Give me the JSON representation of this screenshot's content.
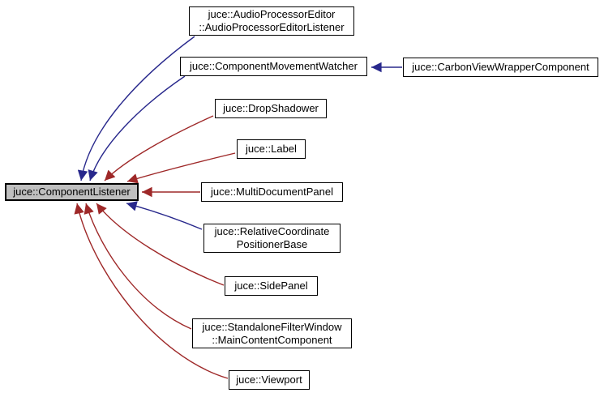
{
  "diagram": {
    "type": "class-inheritance-graph",
    "colors": {
      "public_edge": "#28288c",
      "private_edge": "#9e2828",
      "base_fill": "#bfbfbf",
      "node_fill": "#ffffff",
      "node_border": "#000000"
    },
    "edges": [
      {
        "from": "juce::AudioProcessorEditor::AudioProcessorEditorListener",
        "to": "juce::ComponentListener",
        "relation": "public-inheritance"
      },
      {
        "from": "juce::ComponentMovementWatcher",
        "to": "juce::ComponentListener",
        "relation": "public-inheritance"
      },
      {
        "from": "juce::CarbonViewWrapperComponent",
        "to": "juce::ComponentMovementWatcher",
        "relation": "public-inheritance"
      },
      {
        "from": "juce::DropShadower",
        "to": "juce::ComponentListener",
        "relation": "private-inheritance"
      },
      {
        "from": "juce::Label",
        "to": "juce::ComponentListener",
        "relation": "private-inheritance"
      },
      {
        "from": "juce::MultiDocumentPanel",
        "to": "juce::ComponentListener",
        "relation": "private-inheritance"
      },
      {
        "from": "juce::RelativeCoordinatePositionerBase",
        "to": "juce::ComponentListener",
        "relation": "public-inheritance"
      },
      {
        "from": "juce::SidePanel",
        "to": "juce::ComponentListener",
        "relation": "private-inheritance"
      },
      {
        "from": "juce::StandaloneFilterWindow::MainContentComponent",
        "to": "juce::ComponentListener",
        "relation": "private-inheritance"
      },
      {
        "from": "juce::Viewport",
        "to": "juce::ComponentListener",
        "relation": "private-inheritance"
      }
    ]
  },
  "nodes": {
    "component_listener": "juce::ComponentListener",
    "audio_processor_editor_listener": "juce::AudioProcessorEditor\n::AudioProcessorEditorListener",
    "component_movement_watcher": "juce::ComponentMovementWatcher",
    "carbon_view_wrapper_component": "juce::CarbonViewWrapperComponent",
    "drop_shadower": "juce::DropShadower",
    "label": "juce::Label",
    "multi_document_panel": "juce::MultiDocumentPanel",
    "relative_coordinate_positioner_base": "juce::RelativeCoordinate\nPositionerBase",
    "standalone_filter_window": "juce::StandaloneFilterWindow\n::MainContentComponent",
    "side_panel": "juce::SidePanel",
    "viewport": "juce::Viewport"
  }
}
